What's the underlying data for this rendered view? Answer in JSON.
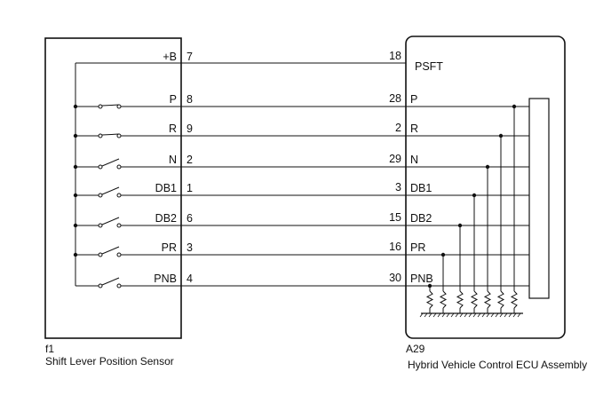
{
  "left_component": {
    "code": "f1",
    "name": "Shift Lever Position Sensor",
    "supply": {
      "label": "+B",
      "pin": "7"
    }
  },
  "right_component": {
    "code": "A29",
    "name": "Hybrid Vehicle Control ECU Assembly",
    "supply": {
      "label": "PSFT",
      "pin": "18"
    }
  },
  "circuits": [
    {
      "left_label": "P",
      "left_pin": "8",
      "right_pin": "28",
      "right_label": "P"
    },
    {
      "left_label": "R",
      "left_pin": "9",
      "right_pin": "2",
      "right_label": "R"
    },
    {
      "left_label": "N",
      "left_pin": "2",
      "right_pin": "29",
      "right_label": "N"
    },
    {
      "left_label": "DB1",
      "left_pin": "1",
      "right_pin": "3",
      "right_label": "DB1"
    },
    {
      "left_label": "DB2",
      "left_pin": "6",
      "right_pin": "15",
      "right_label": "DB2"
    },
    {
      "left_label": "PR",
      "left_pin": "3",
      "right_pin": "16",
      "right_label": "PR"
    },
    {
      "left_label": "PNB",
      "left_pin": "4",
      "right_pin": "30",
      "right_label": "PNB"
    }
  ],
  "colors": {
    "line": "#111111",
    "background": "#ffffff"
  }
}
